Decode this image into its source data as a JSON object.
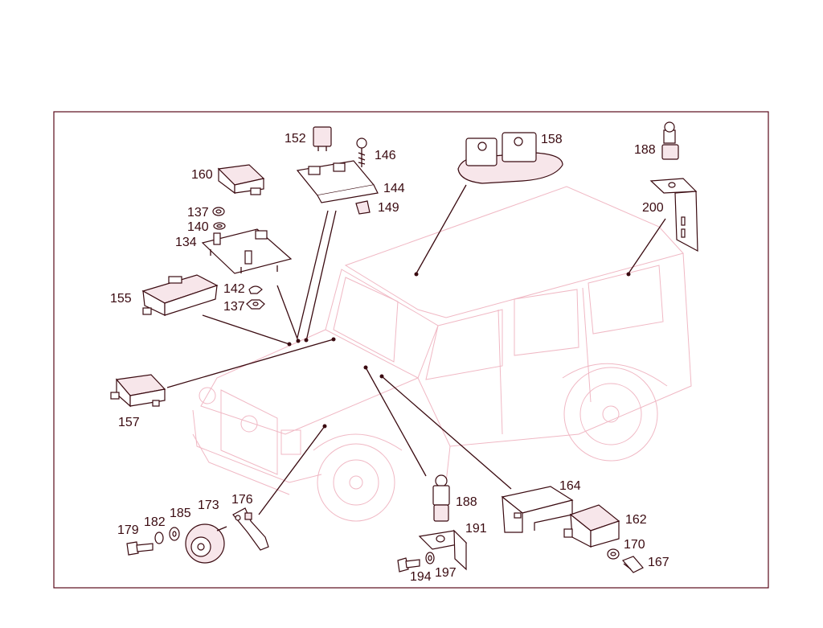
{
  "colors": {
    "frame": "#5a0a1a",
    "text": "#3a0a10",
    "car_outline": "#f0b8c4",
    "leader": "#3a0a10"
  },
  "labels": {
    "p152": "152",
    "p146": "146",
    "p144": "144",
    "p149": "149",
    "p160": "160",
    "p137a": "137",
    "p140": "140",
    "p134": "134",
    "p142": "142",
    "p137b": "137",
    "p155": "155",
    "p157": "157",
    "p158": "158",
    "p188a": "188",
    "p200": "200",
    "p179": "179",
    "p182": "182",
    "p185": "185",
    "p173": "173",
    "p176": "176",
    "p188b": "188",
    "p191": "191",
    "p194": "194",
    "p197": "197",
    "p164": "164",
    "p162": "162",
    "p170": "170",
    "p167": "167"
  }
}
